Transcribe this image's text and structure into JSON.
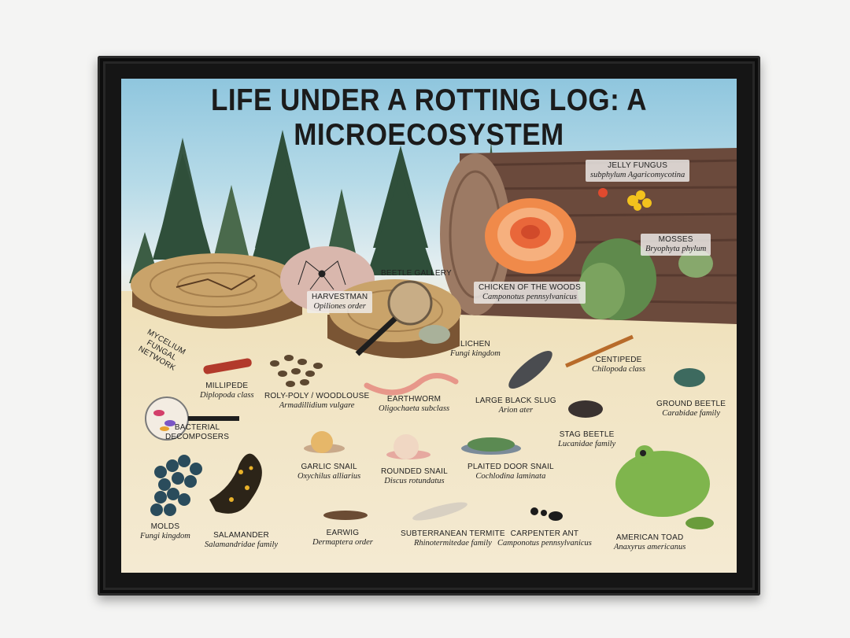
{
  "poster": {
    "title": "LIFE UNDER A ROTTING LOG: A MICROECOSYSTEM"
  },
  "labels": {
    "jelly_fungus": {
      "name": "JELLY FUNGUS",
      "sci": "subphylum Agaricomycotina"
    },
    "mosses": {
      "name": "MOSSES",
      "sci": "Bryophyta phylum"
    },
    "chicken_of_the_woods": {
      "name": "CHICKEN OF THE WOODS",
      "sci": "Camponotus pennsylvanicus"
    },
    "beetle_gallery": {
      "name": "BEETLE GALLERY"
    },
    "harvestman": {
      "name": "HARVESTMAN",
      "sci": "Opiliones order"
    },
    "mycelium": {
      "name": "MYCELIUM FUNGAL NETWORK"
    },
    "lichen": {
      "name": "LICHEN",
      "sci": "Fungi kingdom"
    },
    "millipede": {
      "name": "MILLIPEDE",
      "sci": "Diplopoda class"
    },
    "roly_poly": {
      "name": "ROLY-POLY / WOODLOUSE",
      "sci": "Armadillidium vulgare"
    },
    "earthworm": {
      "name": "EARTHWORM",
      "sci": "Oligochaeta subclass"
    },
    "large_black_slug": {
      "name": "LARGE BLACK SLUG",
      "sci": "Arion ater"
    },
    "centipede": {
      "name": "CENTIPEDE",
      "sci": "Chilopoda class"
    },
    "ground_beetle": {
      "name": "GROUND BEETLE",
      "sci": "Carabidae family"
    },
    "bacterial": {
      "name_line1": "BACTERIAL",
      "name_line2": "DECOMPOSERS"
    },
    "stag_beetle": {
      "name": "STAG BEETLE",
      "sci": "Lucanidae family"
    },
    "garlic_snail": {
      "name": "GARLIC SNAIL",
      "sci": "Oxychilus alliarius"
    },
    "rounded_snail": {
      "name": "ROUNDED SNAIL",
      "sci": "Discus rotundatus"
    },
    "plaited_door_snail": {
      "name": "PLAITED DOOR SNAIL",
      "sci": "Cochlodina laminata"
    },
    "molds": {
      "name": "MOLDS",
      "sci": "Fungi kingdom"
    },
    "salamander": {
      "name": "SALAMANDER",
      "sci": "Salamandridae family"
    },
    "earwig": {
      "name": "EARWIG",
      "sci": "Dermaptera order"
    },
    "termite": {
      "name": "SUBTERRANEAN TERMITE",
      "sci": "Rhinotermitedae family"
    },
    "carpenter_ant": {
      "name": "CARPENTER ANT",
      "sci": "Camponotus pennsylvanicus"
    },
    "american_toad": {
      "name": "AMERICAN TOAD",
      "sci": "Anaxyrus americanus"
    }
  },
  "colors": {
    "frame": "#151515",
    "sky": "#9fd0e4",
    "ground": "#f1e4c3",
    "pine": "#2f4f3a",
    "log_bark": "#6b4a3c",
    "log_wood": "#b48a55",
    "fungus_orange": "#f08a4a"
  }
}
